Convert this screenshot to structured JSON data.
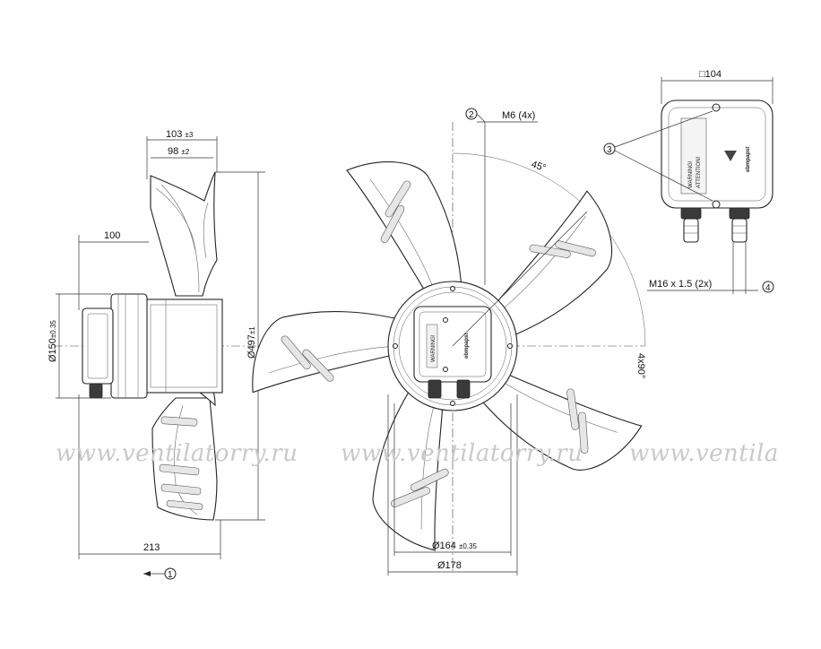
{
  "dimensions": {
    "side_width_outer": "103",
    "side_width_outer_tol": "±3",
    "side_width_inner": "98",
    "side_width_inner_tol": "±2",
    "motor_offset": "100",
    "motor_diameter": "Ø150",
    "motor_diameter_tol": "±0.35",
    "fan_diameter": "Ø497",
    "fan_diameter_tol": "±1",
    "overall_depth": "213",
    "bolt_thread": "M6 (4x)",
    "angle": "45°",
    "bolt_pattern": "4x90°",
    "hub_circle": "Ø164",
    "hub_circle_tol": "±0.35",
    "hub_diameter": "Ø178",
    "box_size": "□104",
    "gland_thread": "M16 x 1.5 (2x)"
  },
  "callouts": {
    "c1": "1",
    "c2": "2",
    "c3": "3",
    "c4": "4"
  },
  "terminal_box_label": {
    "warning": "WARNING!",
    "attention": "ATTENTION!",
    "brand": "ebmpapst"
  },
  "watermark": {
    "text_1": "www.ventilatorry.ru",
    "text_2": "www.ventilatorry.ru",
    "text_3": "www.ventila"
  }
}
